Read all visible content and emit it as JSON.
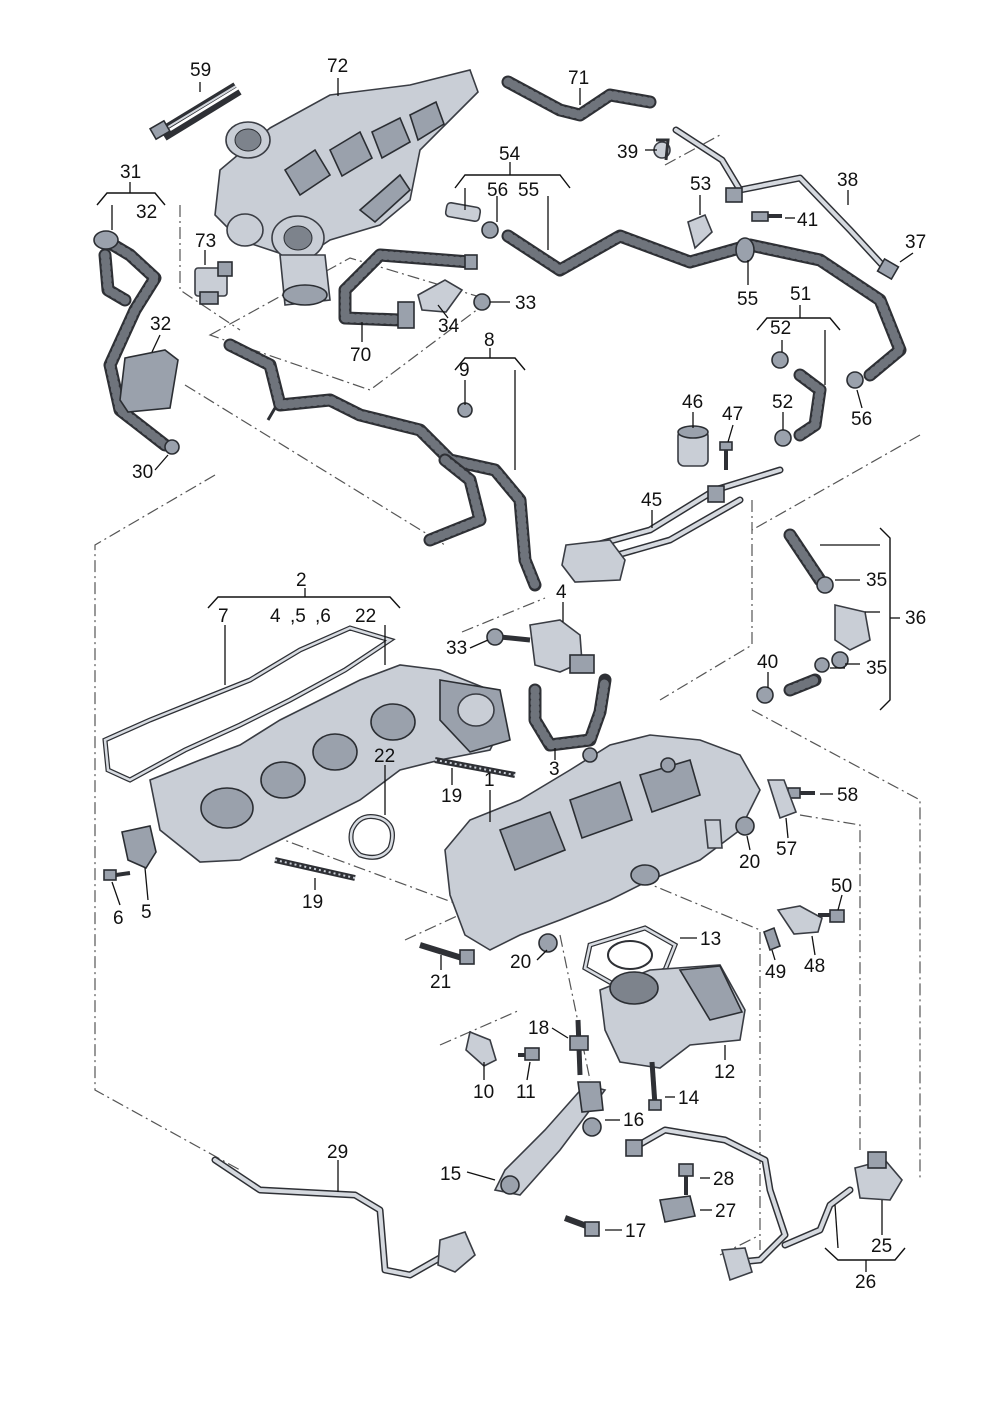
{
  "labels": {
    "l59": "59",
    "l72": "72",
    "l71": "71",
    "l39": "39",
    "l54": "54",
    "l56a": "56",
    "l55a": "55",
    "l53": "53",
    "l38": "38",
    "l41": "41",
    "l37": "37",
    "l55b": "55",
    "l31": "31",
    "l32a": "32",
    "l73": "73",
    "l33a": "33",
    "l34": "34",
    "l70": "70",
    "l32b": "32",
    "l51": "51",
    "l52a": "52",
    "l8": "8",
    "l9": "9",
    "l52b": "52",
    "l56b": "56",
    "l46": "46",
    "l47": "47",
    "l30": "30",
    "l45": "45",
    "l35a": "35",
    "l36": "36",
    "l2": "2",
    "l7": "7",
    "l4": "4",
    "l5c": ",5",
    "l6c": ",6",
    "l22a": "22",
    "l4b": "4",
    "l33b": "33",
    "l40": "40",
    "l35b": "35",
    "l3": "3",
    "l22b": "22",
    "l19a": "19",
    "l1": "1",
    "l58": "58",
    "l20a": "20",
    "l57": "57",
    "l6": "6",
    "l5": "5",
    "l19b": "19",
    "l50": "50",
    "l13": "13",
    "l48": "48",
    "l49": "49",
    "l21": "21",
    "l20b": "20",
    "l18": "18",
    "l12": "12",
    "l10": "10",
    "l11": "11",
    "l14": "14",
    "l16": "16",
    "l29": "29",
    "l15": "15",
    "l28": "28",
    "l27": "27",
    "l17": "17",
    "l25": "25",
    "l26": "26"
  }
}
